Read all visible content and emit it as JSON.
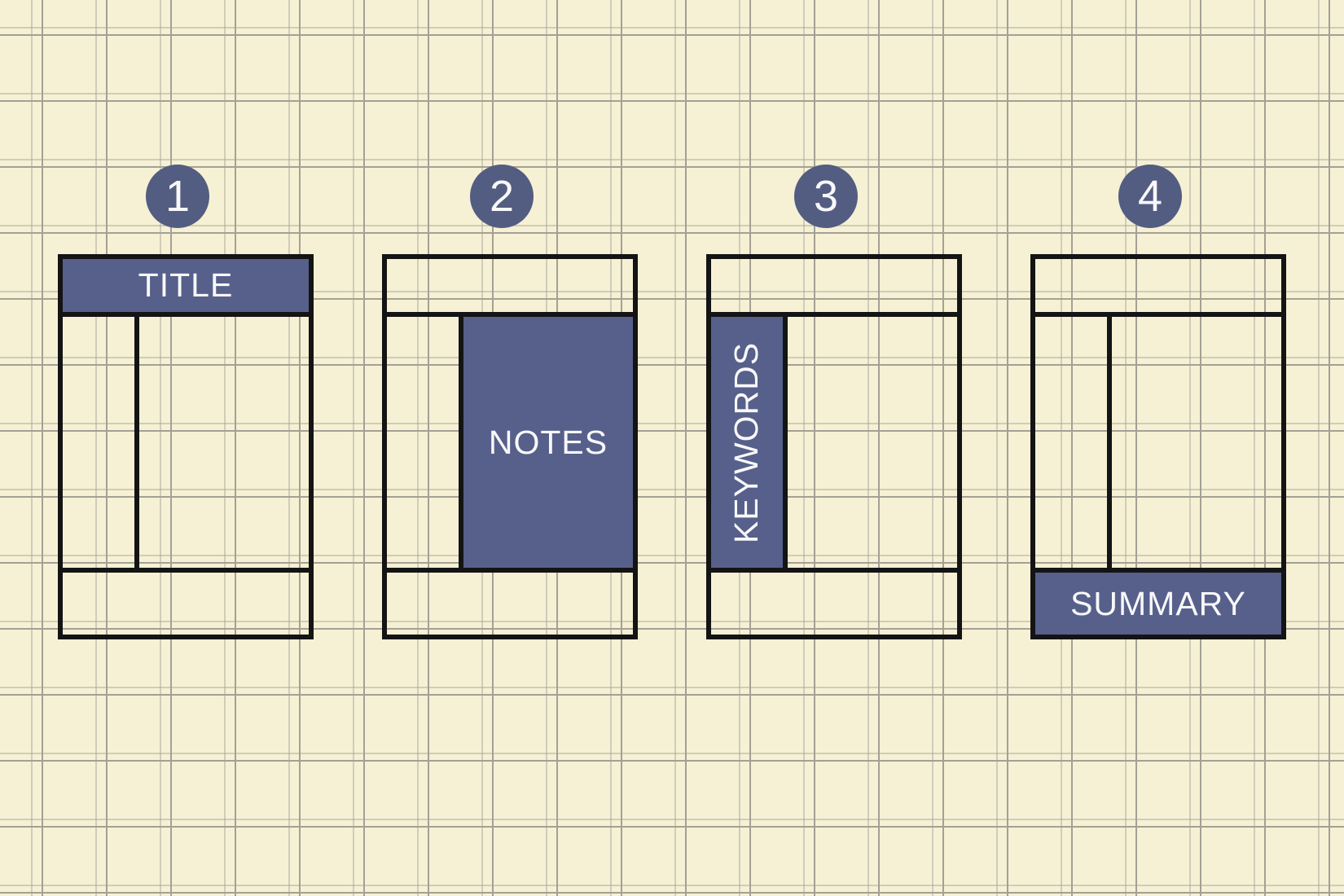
{
  "steps": [
    {
      "number": "1",
      "label": "TITLE",
      "highlight_region": "title-bar"
    },
    {
      "number": "2",
      "label": "NOTES",
      "highlight_region": "notes-area"
    },
    {
      "number": "3",
      "label": "KEYWORDS",
      "highlight_region": "cue-column"
    },
    {
      "number": "4",
      "label": "SUMMARY",
      "highlight_region": "summary-bar"
    }
  ],
  "colors": {
    "accent": "#57608A",
    "badge": "#535D81",
    "background": "#F6F1D4",
    "grid_line": "#A3A096",
    "outline": "#141414",
    "label_text": "#F8F8FA"
  }
}
